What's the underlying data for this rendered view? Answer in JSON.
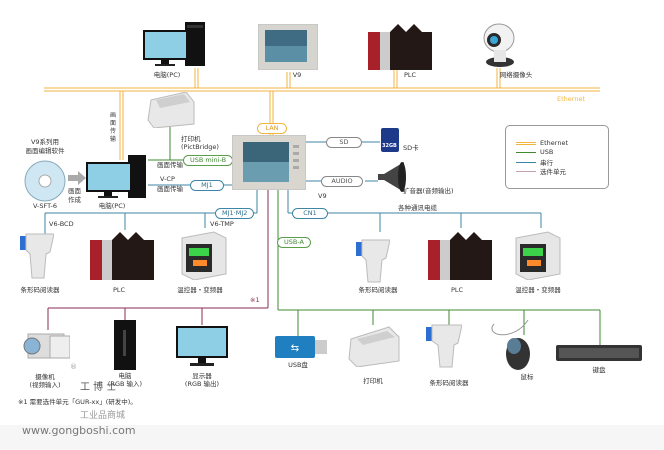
{
  "legend": {
    "items": [
      {
        "label": "Ethernet",
        "color": "#f0b640"
      },
      {
        "label": "USB",
        "color": "#3f8a30"
      },
      {
        "label": "串行",
        "color": "#3d86a6"
      },
      {
        "label": "选件单元",
        "color": "#c9a0b4"
      }
    ]
  },
  "ethernet_bus": {
    "label": "Ethernet"
  },
  "top_devices": [
    {
      "label": "电脑(PC)"
    },
    {
      "label": "V9"
    },
    {
      "label": "PLC"
    },
    {
      "label": "网络摄像头"
    }
  ],
  "left": {
    "software_title": "V9系列用",
    "software_subtitle": "画面编辑软件",
    "software_name": "V-SFT-6",
    "arrow_label_1": "画面",
    "arrow_label_2": "作成",
    "pc_label": "电脑(PC)",
    "vertical_transfer_label": "画面传输",
    "printer_label_1": "打印机",
    "printer_label_2": "(PictBridge)",
    "usb_transfer_label": "画面传输",
    "vcp_label": "V-CP",
    "mj_transfer_label": "画面传输"
  },
  "ports": {
    "lan": "LAN",
    "usb_mini_b": "USB mini-B",
    "mj1": "MJ1",
    "mj1_mj2": "MJ1·MJ2",
    "sd": "SD",
    "audio": "AUDIO",
    "cn1": "CN1",
    "usb_a": "USB-A"
  },
  "center": {
    "hmi_label": "V9",
    "sd_card_capacity": "32GB",
    "sd_label": "SD卡",
    "speaker_label": "扩音器(音频输出)",
    "cable_label": "各种通讯电缆"
  },
  "serial_left": {
    "bcd_label": "V6-BCD",
    "tmp_label": "V6-TMP",
    "devices": [
      {
        "label": "条形码阅读器"
      },
      {
        "label": "PLC"
      },
      {
        "label": "温控器・变频器"
      }
    ]
  },
  "serial_right": {
    "devices": [
      {
        "label": "条形码阅读器"
      },
      {
        "label": "PLC"
      },
      {
        "label": "温控器・变频器"
      }
    ]
  },
  "option_unit": {
    "marker": "※1",
    "devices": [
      {
        "label_1": "摄像机",
        "label_2": "(视频输入)"
      },
      {
        "label_1": "电脑",
        "label_2": "(RGB 输入)"
      },
      {
        "label_1": "显示器",
        "label_2": "(RGB 输出)"
      }
    ],
    "footnote": "※1 需要选件单元「GUR-xx」(研发中)。"
  },
  "usb_devices": [
    {
      "label": "USB盘"
    },
    {
      "label": "打印机"
    },
    {
      "label": "条形码阅读器"
    },
    {
      "label": "鼠标"
    },
    {
      "label": "键盘"
    }
  ],
  "watermark": {
    "registered": "®",
    "brand_cn": "工 博 士",
    "brand_sub": "工业品商城",
    "url": "www.gongboshi.com"
  },
  "colors": {
    "ethernet": "#f0b640",
    "usb": "#3f8a30",
    "serial": "#3d86a6",
    "option": "#8a2e55"
  }
}
